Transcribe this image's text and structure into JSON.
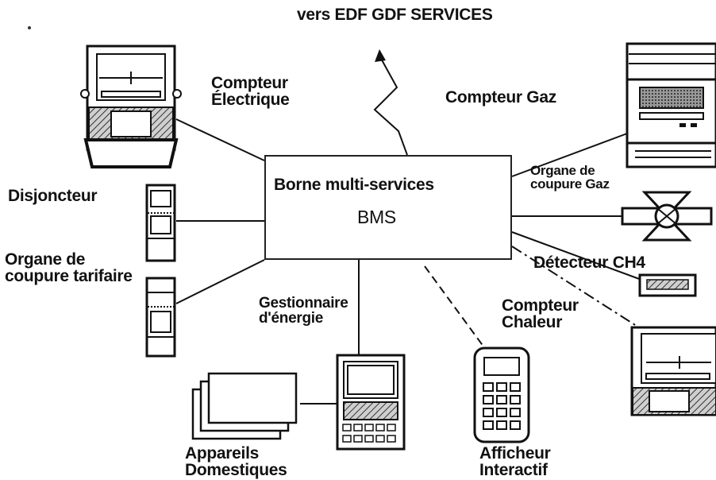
{
  "top_label": "vers EDF GDF SERVICES",
  "center": {
    "title": "Borne multi-services",
    "abbr": "BMS"
  },
  "devices": {
    "compteur_electrique": [
      "Compteur",
      "Électrique"
    ],
    "compteur_gaz": "Compteur Gaz",
    "organe_coupure_gaz": [
      "Organe de",
      "coupure Gaz"
    ],
    "disjoncteur": "Disjoncteur",
    "organe_coupure_tarifaire": [
      "Organe de",
      "coupure tarifaire"
    ],
    "detecteur_ch4": "Détecteur CH4",
    "gestionnaire_energie": [
      "Gestionnaire",
      "d'énergie"
    ],
    "compteur_chaleur": [
      "Compteur",
      "Chaleur"
    ],
    "appareils_domestiques": [
      "Appareils",
      "Domestiques"
    ],
    "afficheur_interactif": [
      "Afficheur",
      "Interactif"
    ]
  },
  "colors": {
    "ink": "#111111",
    "hatch": "#555555",
    "paper": "#ffffff"
  }
}
